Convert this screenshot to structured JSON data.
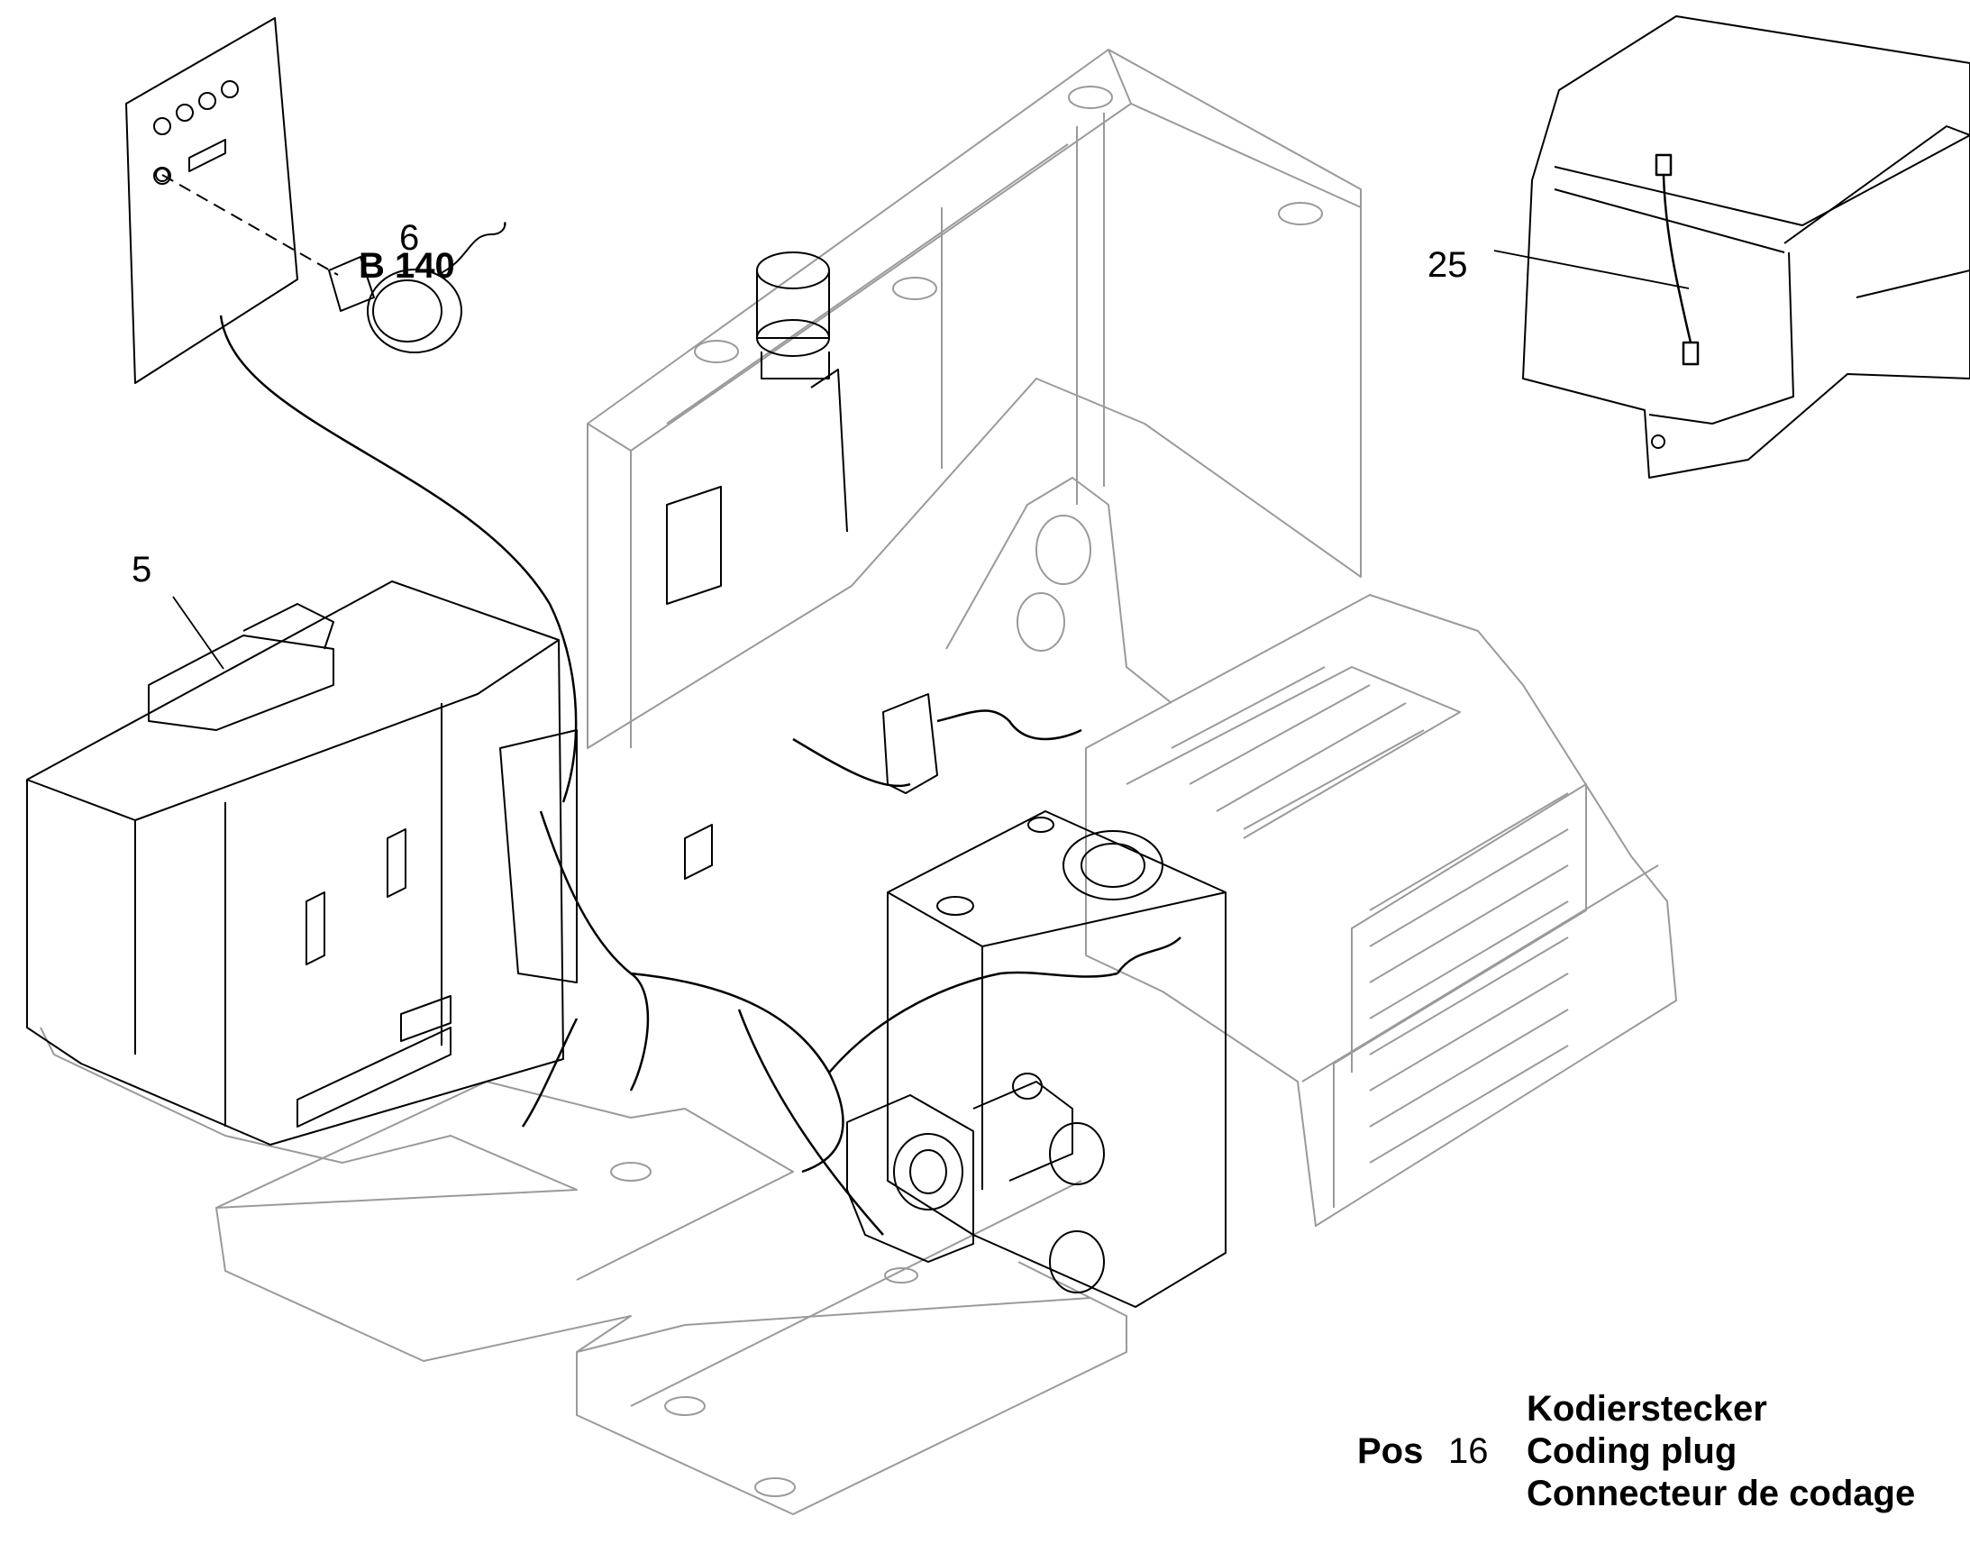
{
  "callouts": {
    "part5": "5",
    "part6": "6",
    "part6_code": "B 140",
    "part25": "25"
  },
  "legend": {
    "prefix": "Pos",
    "number": "16",
    "de": "Kodierstecker",
    "en": "Coding plug",
    "fr": "Connecteur de codage"
  }
}
